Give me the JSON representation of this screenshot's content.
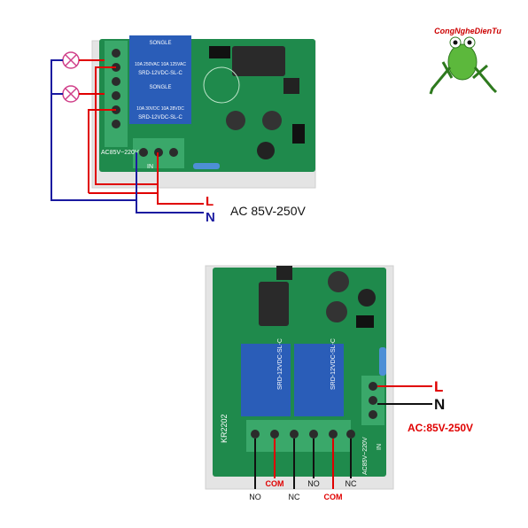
{
  "watermark": {
    "text": "CongNgheDienTu",
    "mascot": "frog-mascot"
  },
  "top_diagram": {
    "relay_brand": "SONGLE",
    "relay_model": "SRD-12VDC-SL-C",
    "relay_rating_1": "10A 250VAC  10A 125VAC",
    "relay_rating_2": "10A 30VDC  10A 28VDC",
    "board_terminal_text": "AC85V~220V",
    "board_in_label": "IN",
    "line_label": "L",
    "neutral_label": "N",
    "supply_label": "AC 85V-250V"
  },
  "bottom_diagram": {
    "relay_model": "SRD-12VDC-SL-C",
    "board_model": "KR2202",
    "board_terminal_text": "AC85V~220V",
    "board_in_label": "IN",
    "line_label": "L",
    "neutral_label": "N",
    "supply_label": "AC:85V-250V",
    "terminal_labels": [
      "NO",
      "COM",
      "NC",
      "NO",
      "COM",
      "NC"
    ]
  },
  "colors": {
    "board_green": "#1f8a4c",
    "relay_blue": "#2a5db8",
    "terminal_green": "#3aa86a",
    "wire_red": "#e00000",
    "wire_blue": "#1a1aa0"
  }
}
